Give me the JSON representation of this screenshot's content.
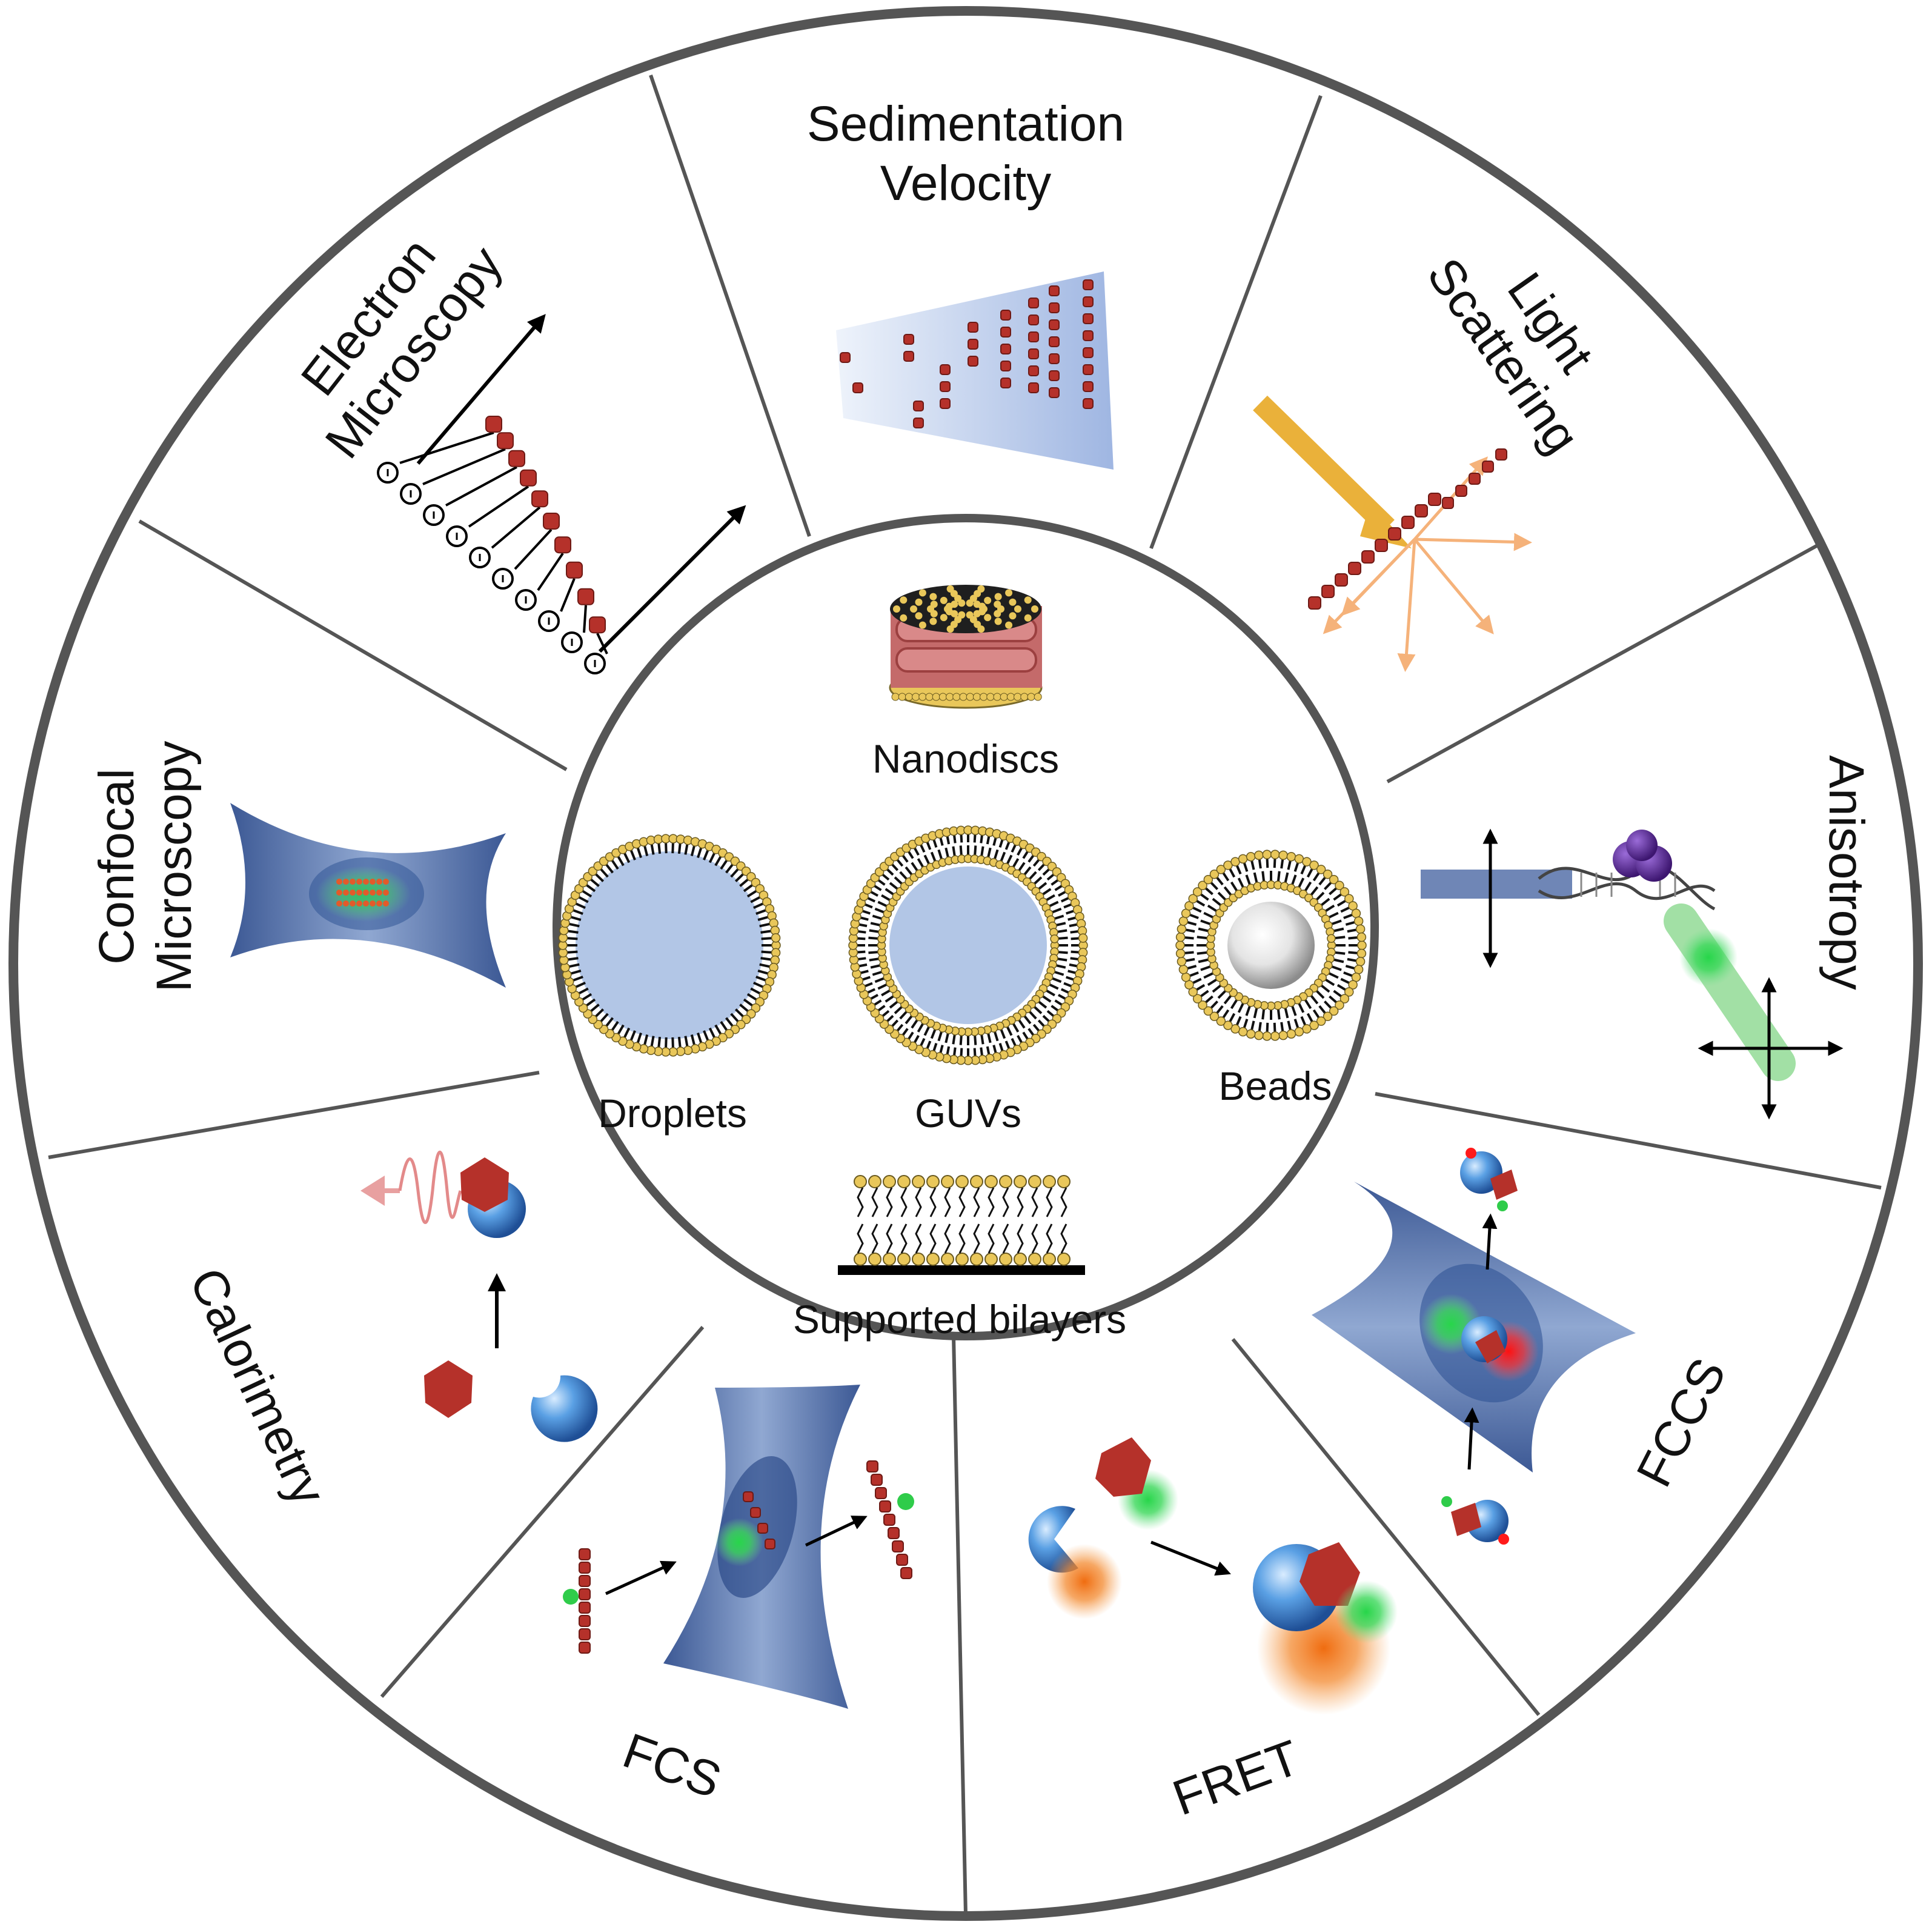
{
  "methods": {
    "sedimentation_velocity": {
      "line1": "Sedimentation",
      "line2": "Velocity"
    },
    "light_scattering": {
      "line1": "Light",
      "line2": "Scattering"
    },
    "anisotropy": {
      "label": "Anisotropy"
    },
    "fccs": {
      "label": "FCCS"
    },
    "fret": {
      "label": "FRET"
    },
    "fcs": {
      "label": "FCS"
    },
    "calorimetry": {
      "label": "Calorimetry"
    },
    "confocal_microscopy": {
      "line1": "Confocal",
      "line2": "Microscopy"
    },
    "electron_microscopy": {
      "line1": "Electron",
      "line2": "Microscopy"
    }
  },
  "systems": {
    "nanodiscs": "Nanodiscs",
    "droplets": "Droplets",
    "guvs": "GUVs",
    "beads": "Beads",
    "supported_bilayers": "Supported bilayers"
  },
  "colors": {
    "ring_stroke": "#555555",
    "lipid_head": "#e9c75a",
    "lumen": "#b2c6e6",
    "protein_red": "#b5312a",
    "beam_blue": "#4f6da8",
    "green_dye": "#2fcc4a",
    "orange_dye": "#f07a1a",
    "blue_partner": "#4a8fd6",
    "purple_protein": "#5a2d90"
  },
  "icons": [
    "sedimentation-cell-icon",
    "scattering-rod-icon",
    "anisotropy-rod-icon",
    "fccs-focal-volume-icon",
    "fret-binding-icon",
    "fcs-focal-volume-icon",
    "calorimetry-binding-icon",
    "confocal-focal-volume-icon",
    "em-filament-icon",
    "nanodisc-icon",
    "droplet-icon",
    "guv-icon",
    "bead-icon",
    "supported-bilayer-icon"
  ]
}
